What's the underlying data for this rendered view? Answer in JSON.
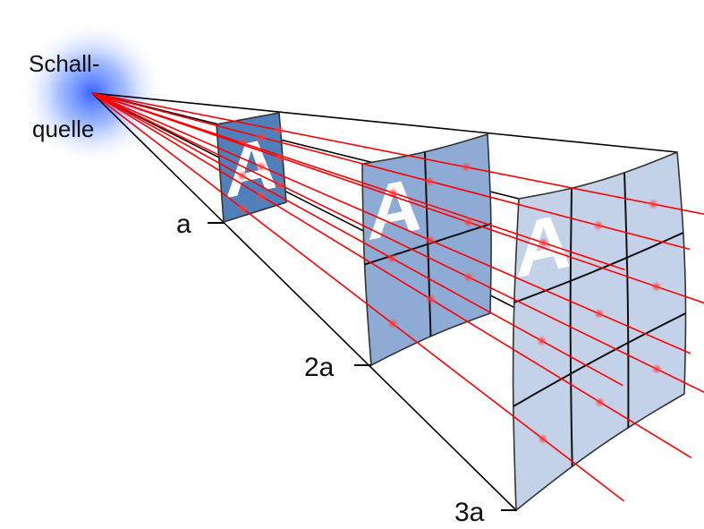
{
  "source_label": {
    "line1": "Schall-",
    "line2": "quelle"
  },
  "distance_labels": [
    "a",
    "2a",
    "3a"
  ],
  "area_letter": "A",
  "colors": {
    "ray": "#ff0000",
    "panel1": "#4f80ba",
    "panel2": "#8dabd5",
    "panel3": "#c3d2e8",
    "glow": "#3b6cff"
  }
}
